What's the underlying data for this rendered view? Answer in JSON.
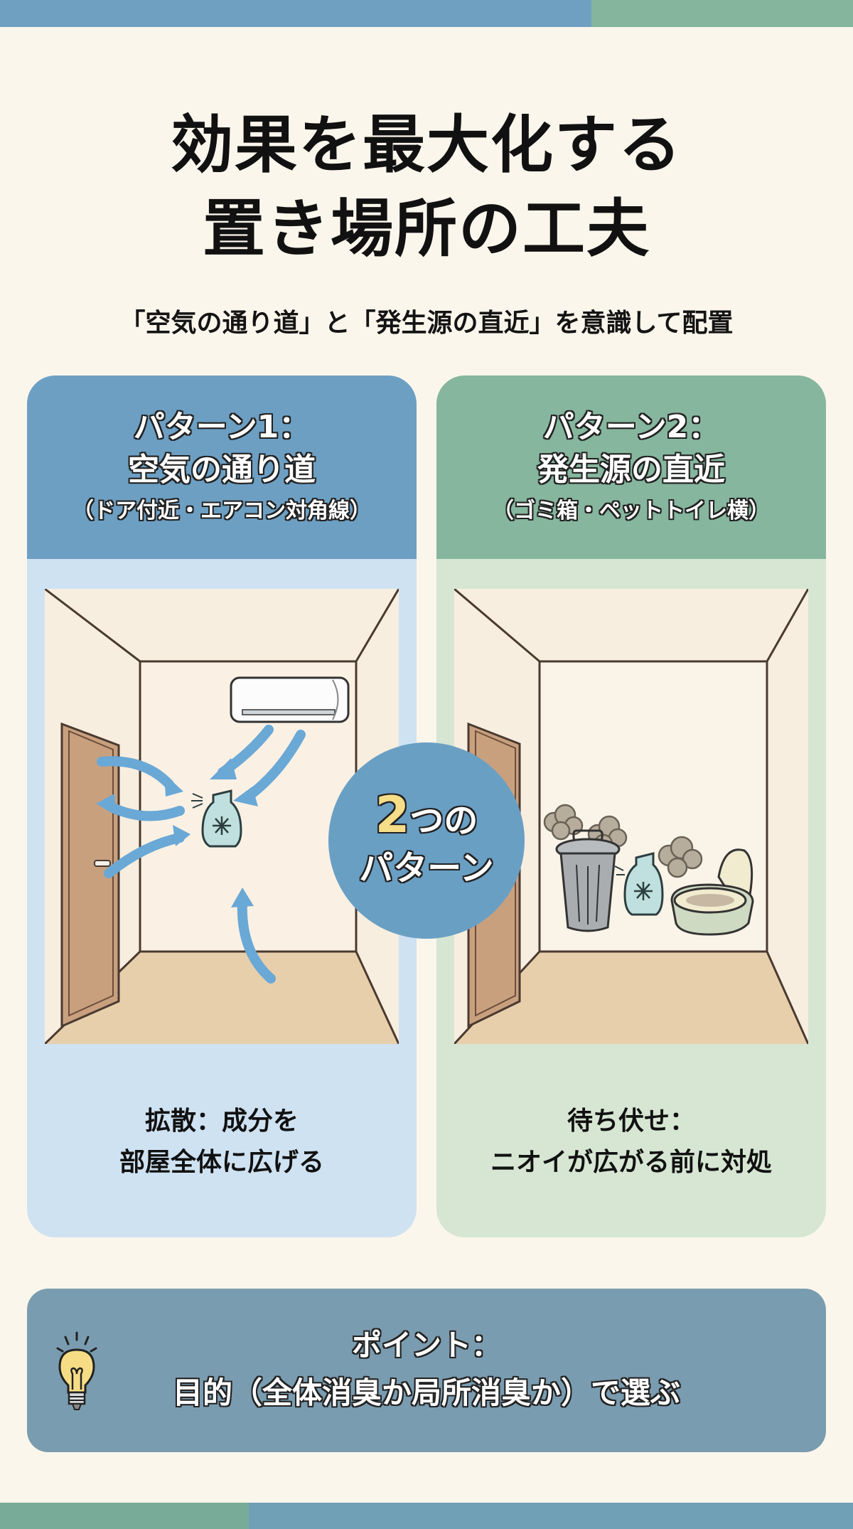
{
  "colors": {
    "background": "#fbf6ec",
    "blue_accent": "#6d9fc3",
    "green_accent": "#86b69e",
    "blue_light": "#cfe2f2",
    "green_light": "#d6e6d3",
    "point_bg": "#7a9cb0",
    "badge_number": "#f6dd88"
  },
  "header": {
    "title_line1": "効果を最大化する",
    "title_line2": "置き場所の工夫",
    "subtitle": "「空気の通り道」と「発生源の直近」を意識して配置"
  },
  "patterns": [
    {
      "heading": "パターン1：",
      "name": "空気の通り道",
      "detail": "（ドア付近・エアコン対角線）",
      "illustration": [
        "door",
        "air-conditioner",
        "airflow-arrows",
        "deodorizer-bottle"
      ],
      "caption_line1": "拡散：成分を",
      "caption_line2": "部屋全体に広げる"
    },
    {
      "heading": "パターン2：",
      "name": "発生源の直近",
      "detail": "（ゴミ箱・ペットトイレ横）",
      "illustration": [
        "door",
        "trash-can",
        "odor-clouds",
        "deodorizer-bottle",
        "pet-toilet"
      ],
      "caption_line1": "待ち伏せ：",
      "caption_line2": "ニオイが広がる前に対処"
    }
  ],
  "badge": {
    "number": "2",
    "suffix": "つの",
    "label": "パターン"
  },
  "point": {
    "icon": "lightbulb-icon",
    "label": "ポイント：",
    "text": "目的（全体消臭か局所消臭か）で選ぶ"
  }
}
